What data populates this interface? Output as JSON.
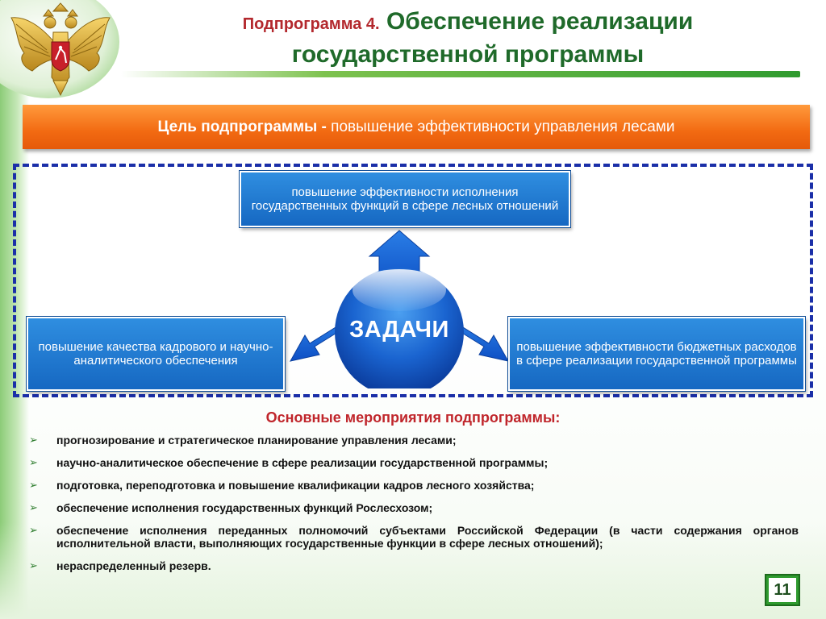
{
  "header": {
    "prefix": "Подпрограмма 4.",
    "title_line1": "Обеспечение реализации",
    "title_line2": "государственной программы"
  },
  "goal": {
    "label": "Цель подпрограммы -",
    "text": " повышение эффективности управления лесами"
  },
  "diagram": {
    "center_label": "ЗАДАЧИ",
    "tasks": {
      "top": "повышение эффективности исполнения государственных функций в сфере лесных отношений",
      "left": "повышение качества кадрового и научно-аналитического обеспечения",
      "right": "повышение эффективности бюджетных расходов в сфере реализации государственной программы"
    }
  },
  "measures": {
    "heading": "Основные мероприятия подпрограммы:",
    "items": [
      "прогнозирование и стратегическое планирование управления лесами;",
      "научно-аналитическое обеспечение в сфере реализации государственной программы;",
      "подготовка, переподготовка и повышение квалификации кадров лесного хозяйства;",
      "обеспечение исполнения государственных функций Рослесхозом;",
      "обеспечение исполнения переданных полномочий субъектами Российской Федерации (в части содержания органов исполнительной власти, выполняющих государственные функции в сфере лесных отношений);",
      "нераспределенный резерв."
    ]
  },
  "page_number": "11",
  "colors": {
    "title_green": "#1f6a2a",
    "prefix_red": "#b3282d",
    "goal_orange": "#f26a12",
    "task_blue": "#1668c2",
    "frame_navy": "#1b2fa8",
    "heading_red": "#c0262b",
    "accent_green": "#2f9b2f"
  },
  "icons": {
    "emblem": "russian-coat-of-arms-icon",
    "bullet": "arrow-bullet-icon"
  }
}
